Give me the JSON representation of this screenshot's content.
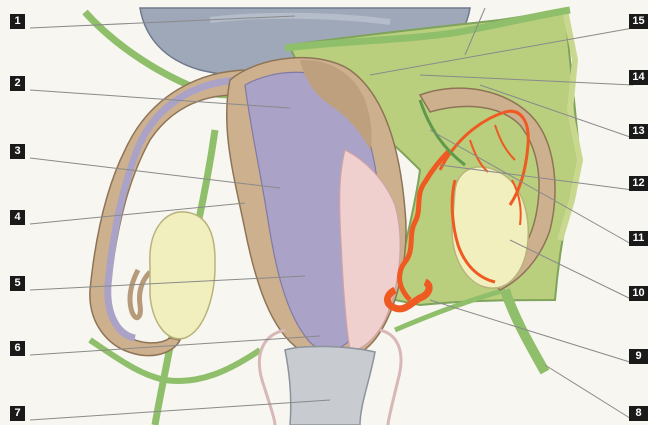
{
  "colors": {
    "background": "#f7f6f0",
    "bladder": "#9fa8b9",
    "ligament_green": "#8fbf6a",
    "ligament_fill": "#b9cf7e",
    "tube_tan": "#cdb08e",
    "tube_lavender": "#aaa2c7",
    "ovary_cream": "#f1efbe",
    "vessel_orange": "#ef5a22",
    "label_box": "#1a1a1a",
    "label_text": "#ffffff"
  },
  "labels_left": [
    "1",
    "2",
    "3",
    "4",
    "5",
    "6",
    "7"
  ],
  "labels_right": [
    "15",
    "14",
    "13",
    "12",
    "11",
    "10",
    "9",
    "8"
  ]
}
